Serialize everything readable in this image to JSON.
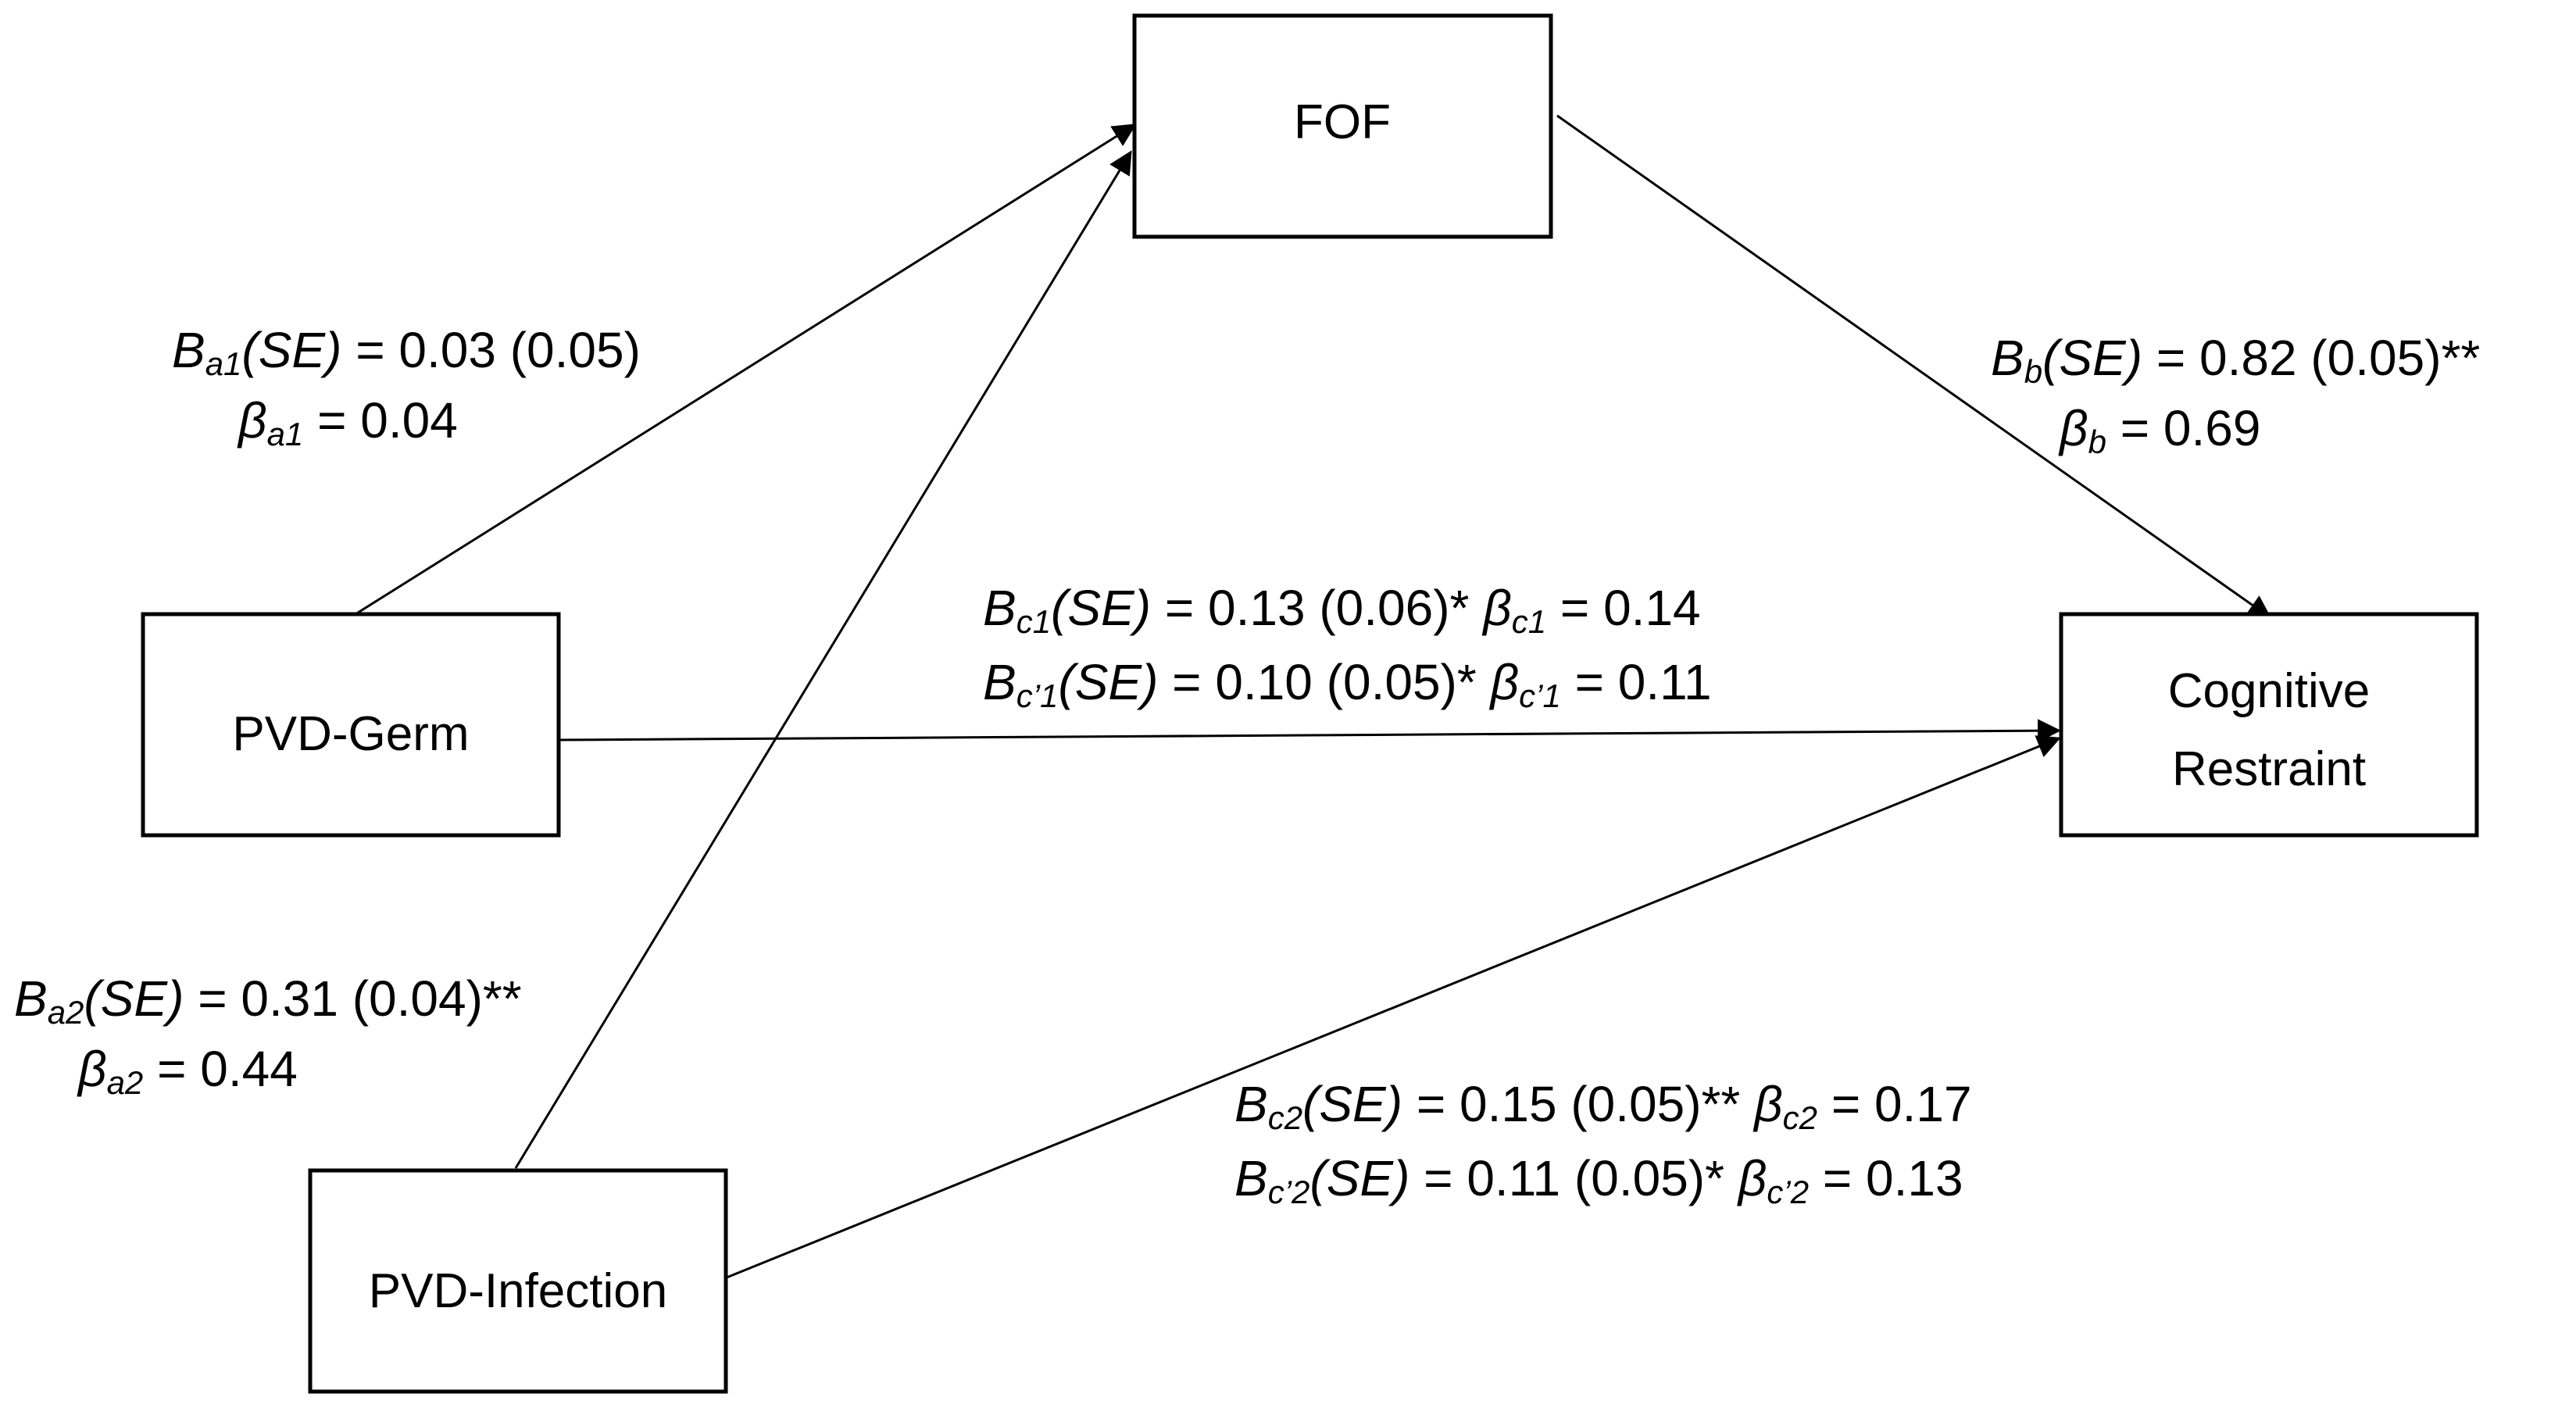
{
  "nodes": {
    "fof": "FOF",
    "pvd_germ": "PVD-Germ",
    "pvd_infection": "PVD-Infection",
    "cognitive_restraint": [
      "Cognitive",
      "Restraint"
    ]
  },
  "paths": {
    "a1": {
      "B_sub": "a1",
      "B_value": " = 0.03 (0.05)",
      "beta_sub": "a1",
      "beta_value": " = 0.04"
    },
    "a2": {
      "B_sub": "a2",
      "B_value": " = 0.31 (0.04)**",
      "beta_sub": "a2",
      "beta_value": " = 0.44"
    },
    "b": {
      "B_sub": "b",
      "B_value": " = 0.82 (0.05)**",
      "beta_sub": "b",
      "beta_value": " = 0.69"
    },
    "c1": {
      "B_sub": "c1",
      "B_value": " = 0.13 (0.06)* ",
      "beta_sub": "c1",
      "beta_value": " = 0.14"
    },
    "c1_prime": {
      "B_sub": "c’1",
      "B_value": " = 0.10 (0.05)* ",
      "beta_sub": "c’1",
      "beta_value": " = 0.11"
    },
    "c2": {
      "B_sub": "c2",
      "B_value": " = 0.15 (0.05)** ",
      "beta_sub": "c2",
      "beta_value": " = 0.17"
    },
    "c2_prime": {
      "B_sub": "c’2",
      "B_value": " = 0.11 (0.05)* ",
      "beta_sub": "c’2",
      "beta_value": " = 0.13"
    }
  },
  "symbols": {
    "B": "B",
    "SE": "(SE)",
    "beta": "β"
  }
}
